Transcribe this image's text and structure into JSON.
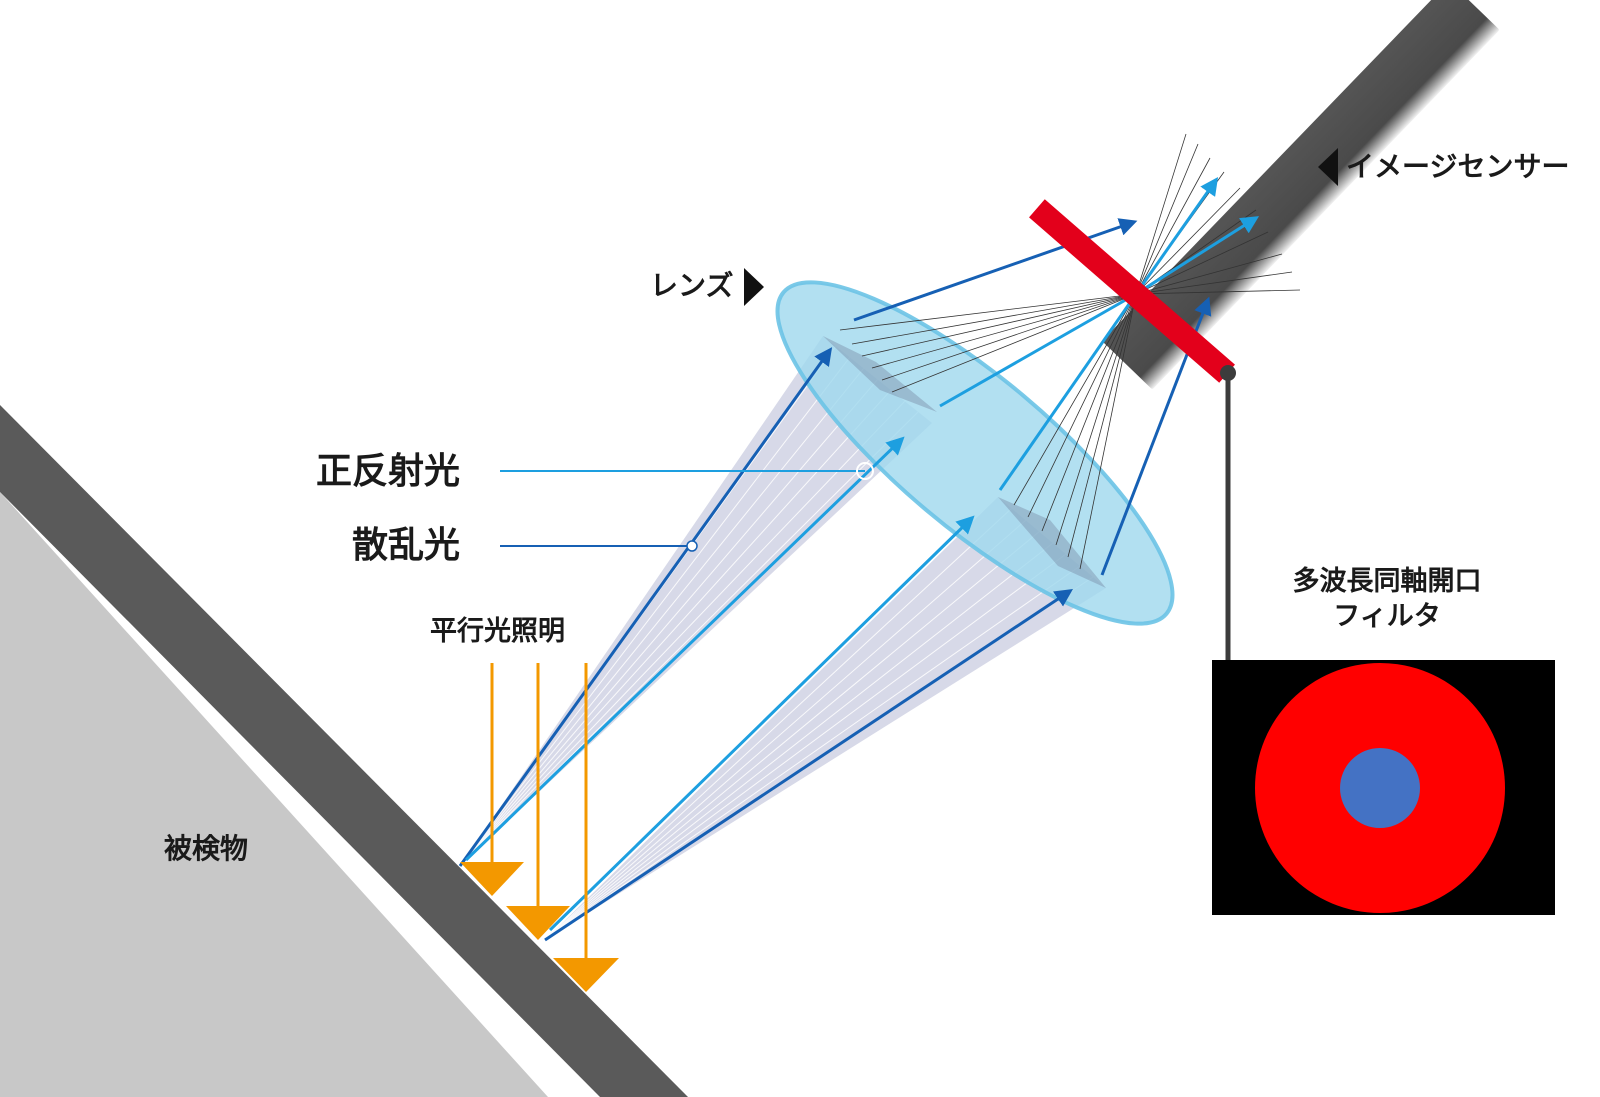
{
  "labels": {
    "image_sensor": "イメージセンサー",
    "lens": "レンズ",
    "specular": "正反射光",
    "scattered": "散乱光",
    "parallel_light": "平行光照明",
    "object": "被検物",
    "filter_line1": "多波長同軸開口",
    "filter_line2": "フィルタ"
  },
  "colors": {
    "object_fill": "#c8c8c8",
    "object_edge": "#5a5a5a",
    "sensor": "#4d4d4d",
    "filter_bar": "#e3001b",
    "filter_outer": "#ff0000",
    "filter_inner": "#4472c4",
    "filter_bg": "#000000",
    "lens": "#9fd8ee",
    "cone": "#c9cce0",
    "specular_ray": "#1d9fe0",
    "scatter_ray": "#1660b4",
    "illumination": "#f39800"
  }
}
